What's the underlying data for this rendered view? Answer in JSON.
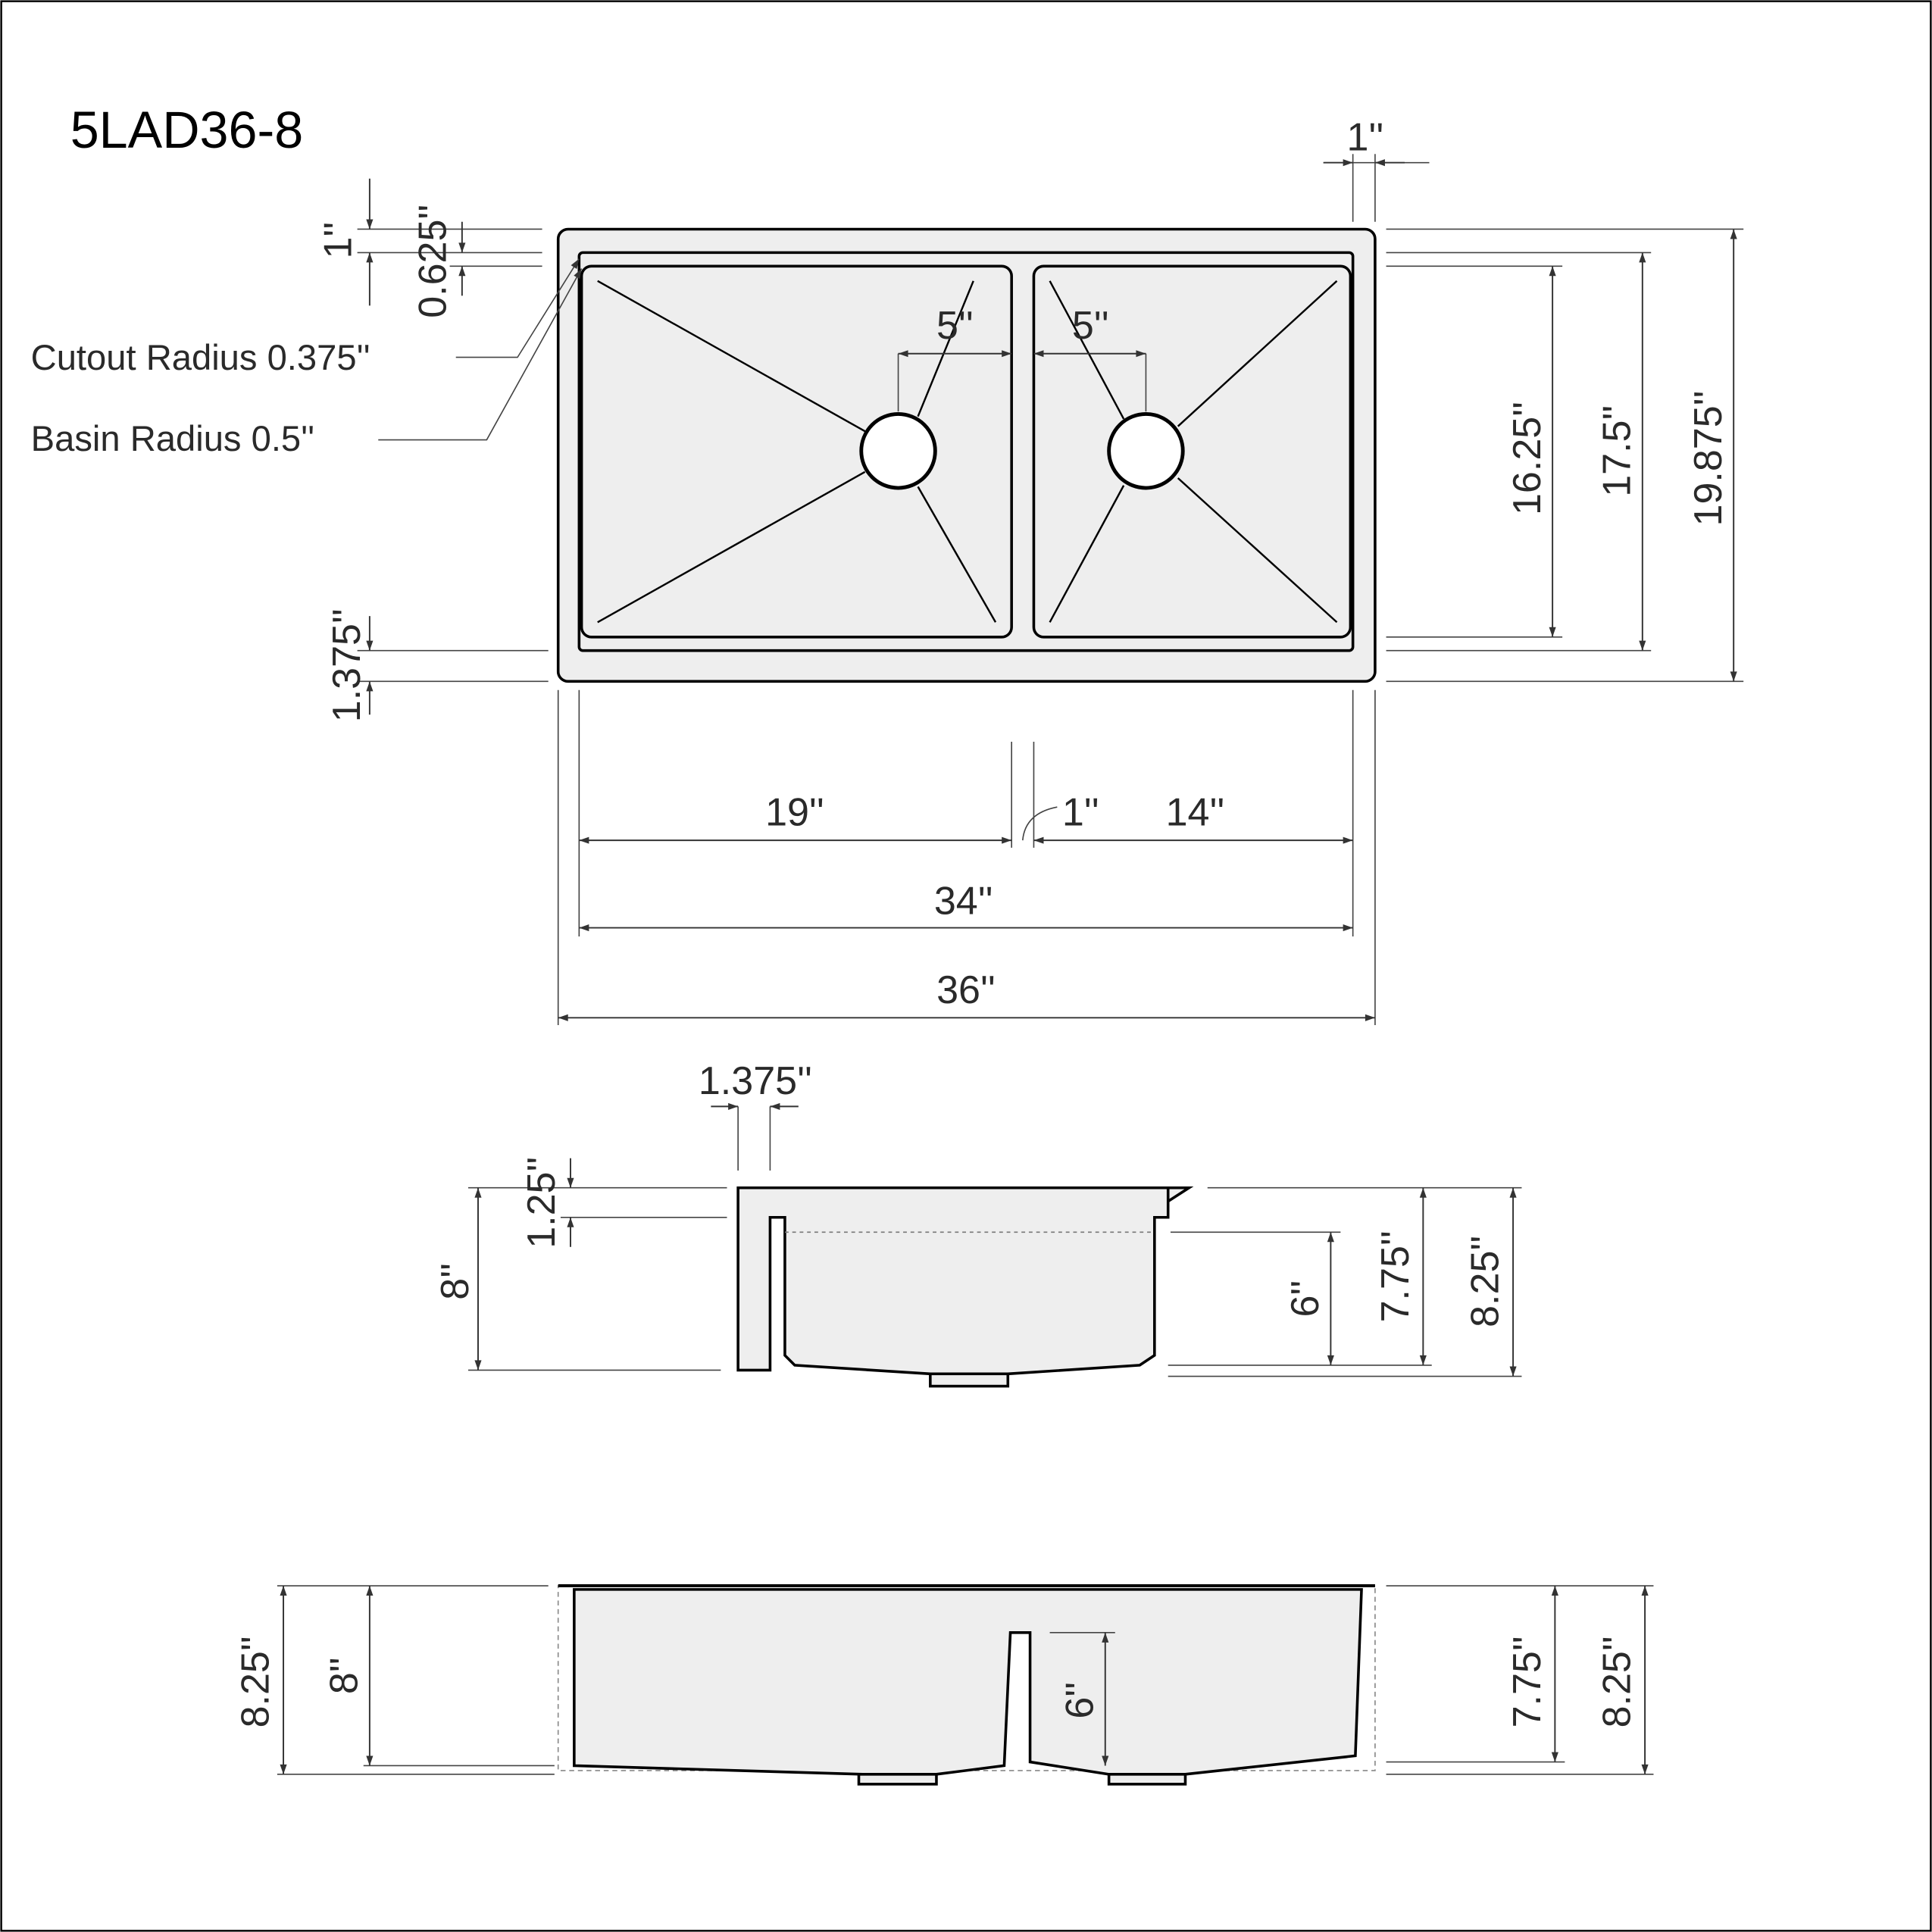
{
  "title": "5LAD36-8",
  "fill_color": "#eeeeee",
  "top_view": {
    "callouts": {
      "cutout_radius": "Cutout Radius 0.375''",
      "basin_radius": "Basin Radius 0.5''"
    },
    "dims": {
      "flange_right": "1''",
      "flange_top": "1''",
      "cutout_top": "0.625''",
      "front_edge": "1.375''",
      "drain_offset_left": "5''",
      "drain_offset_right": "5''",
      "basin_depth": "16.25''",
      "cutout_depth": "17.5''",
      "overall_depth": "19.875''",
      "left_basin_width": "19''",
      "divider": "1''",
      "right_basin_width": "14''",
      "cutout_width": "34''",
      "overall_width": "36''"
    }
  },
  "side_view": {
    "dims": {
      "apron": "1.375''",
      "lip": "1.25''",
      "apron_height": "8''",
      "divider_height": "6''",
      "basin_depth": "7.75''",
      "overall_height": "8.25''"
    }
  },
  "front_view": {
    "dims": {
      "overall_height_left": "8.25''",
      "apron_height": "8''",
      "divider_height": "6''",
      "basin_depth": "7.75''",
      "overall_height_right": "8.25''"
    }
  }
}
